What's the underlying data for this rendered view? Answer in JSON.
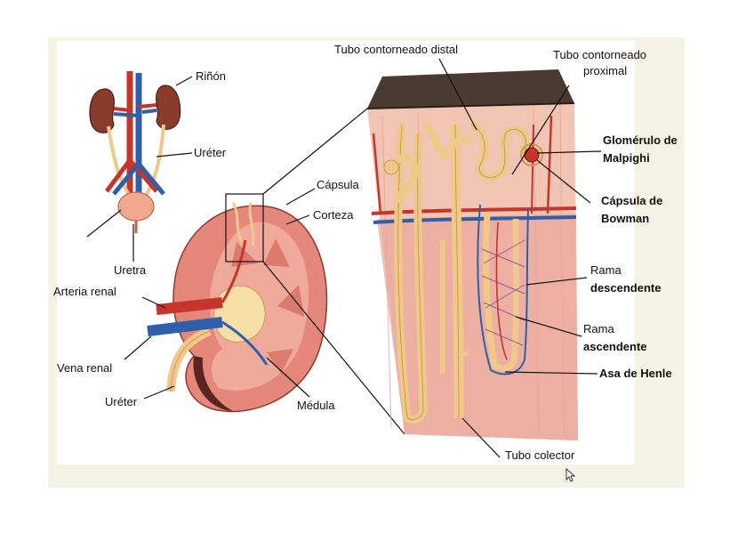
{
  "colors": {
    "frame": "#f4f3e3",
    "artery": "#c7342b",
    "vein": "#2f5fa8",
    "tubule": "#f0c98a",
    "tissue": "#e9a89b",
    "capsule_top": "#4a3a32"
  },
  "labels": {
    "rinon": "Riñón",
    "ureter_top": "Uréter",
    "uretra": "Uretra",
    "capsula": "Cápsula",
    "corteza": "Corteza",
    "arteria_renal": "Arteria renal",
    "vena_renal": "Vena renal",
    "ureter_bottom": "Uréter",
    "medula": "Médula",
    "tubo_distal": "Tubo contorneado distal",
    "tubo_proximal_1": "Tubo contorneado",
    "tubo_proximal_2": "proximal",
    "glomerulo_1": "Glomérulo de",
    "glomerulo_2": "Malpighi",
    "capsula_bowman_1": "Cápsula de",
    "capsula_bowman_2": "Bowman",
    "rama_desc_1": "Rama",
    "rama_desc_2": "descendente",
    "rama_asc_1": "Rama",
    "rama_asc_2": "ascendente",
    "asa_henle": "Asa de Henle",
    "tubo_colector": "Tubo colector"
  },
  "icons": {
    "cursor": "mouse-pointer-icon"
  }
}
